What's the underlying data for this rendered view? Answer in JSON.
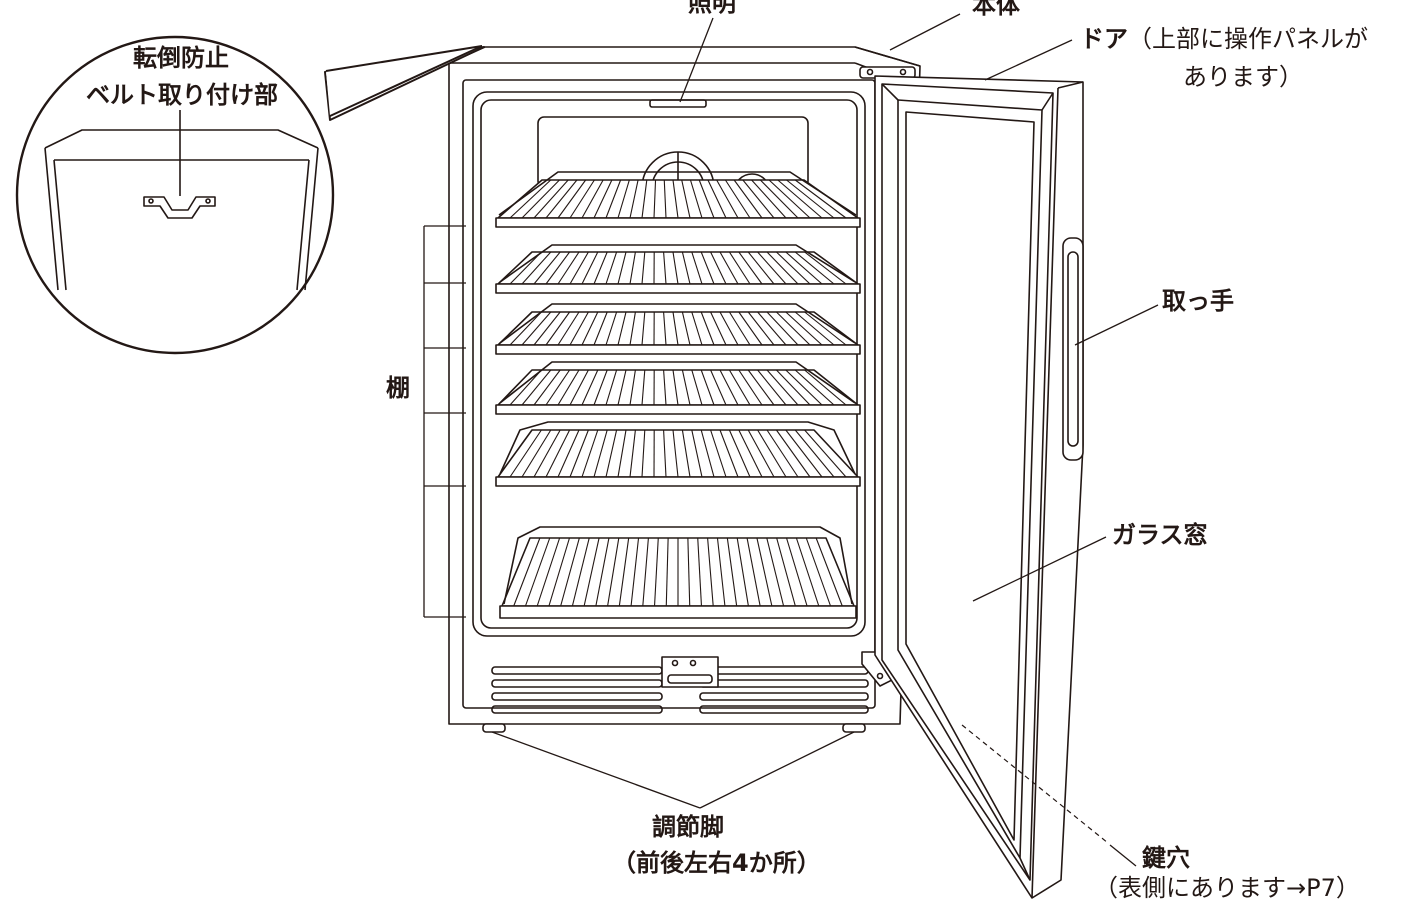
{
  "labels": {
    "lighting": "照明",
    "body": "本体",
    "door": "ドア",
    "door_note_1": "（上部に操作パネルが",
    "door_note_2": "あります）",
    "anti_tip_1": "転倒防止",
    "anti_tip_2": "ベルト取り付け部",
    "handle": "取っ手",
    "shelves": "棚",
    "glass_window": "ガラス窓",
    "feet_1": "調節脚",
    "feet_2": "（前後左右4か所）",
    "keyhole": "鍵穴",
    "keyhole_note": "（表側にあります→P7）"
  },
  "colors": {
    "line": "#231815",
    "fill": "#ffffff"
  }
}
